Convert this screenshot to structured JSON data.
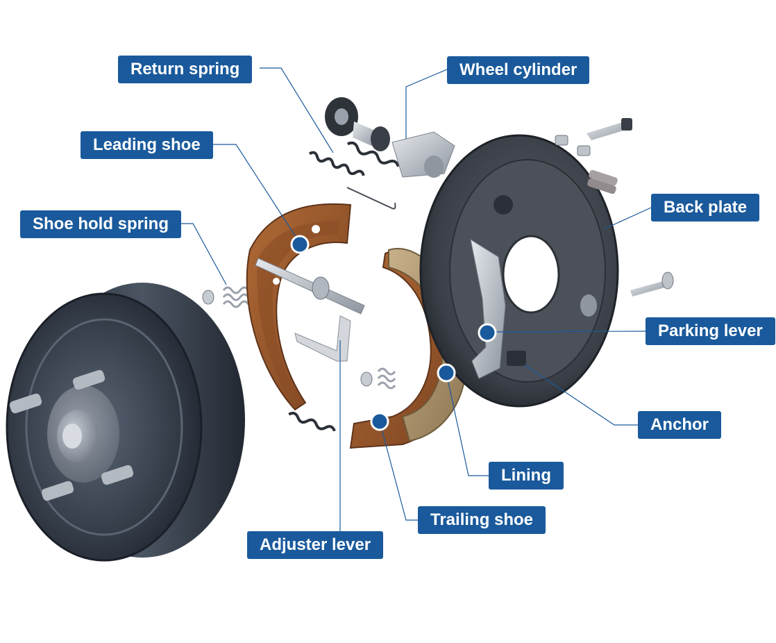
{
  "labels": {
    "return_spring": "Return spring",
    "wheel_cylinder": "Wheel cylinder",
    "leading_shoe": "Leading shoe",
    "shoe_hold_spring": "Shoe hold spring",
    "back_plate": "Back plate",
    "parking_lever": "Parking lever",
    "anchor": "Anchor",
    "lining": "Lining",
    "trailing_shoe": "Trailing shoe",
    "adjuster_lever": "Adjuster lever"
  },
  "colors": {
    "label_bg": "#1a5a9c",
    "label_text": "#ffffff",
    "leader_line": "#1a5a9c",
    "marker_fill": "#1a5a9c",
    "marker_ring": "#ffffff",
    "drum": "#3d4654",
    "shoe_metal": "#9a5a2e",
    "lining": "#b8a07a",
    "back_plate": "#3f4650"
  }
}
